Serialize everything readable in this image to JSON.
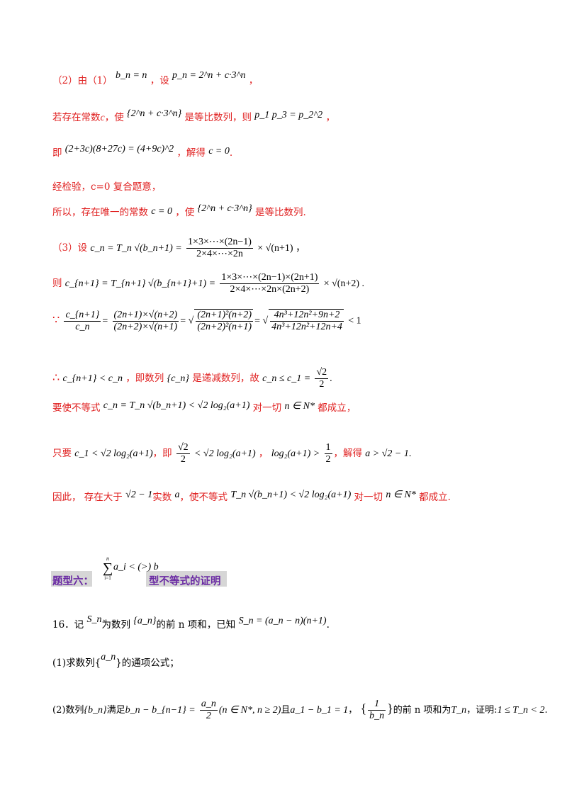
{
  "part2": {
    "lead": "（2）由（1）",
    "bn_formula": "b_n = n",
    "set_word": "，设",
    "pn_formula": "p_n = 2^n + c·3^n",
    "tail": "，"
  },
  "line_exists": {
    "t1": "若存在常数",
    "c": "c",
    "t2": "，使",
    "seq": "{2^n + c·3^n}",
    "t3": "是等比数列，则",
    "cond": "p_1 p_3 = p_2^2",
    "t4": "，"
  },
  "line_eq": {
    "t1": "即",
    "eq": "(2+3c)(8+27c) = (4+9c)^2",
    "t2": "，解得",
    "sol": "c = 0",
    "t3": "."
  },
  "line_check": {
    "text": "经检验，c=0 复合题意，"
  },
  "line_so": {
    "t1": "所以，存在唯一的常数",
    "c0": "c = 0",
    "t2": "，使",
    "seq": "{2^n + c·3^n}",
    "t3": "是等比数列."
  },
  "part3": {
    "lead": "（3）设",
    "cn": "c_n = T_n √(b_n+1) =",
    "num": "1×3×⋯×(2n−1)",
    "den": "2×4×⋯×2n",
    "tail": "× √(n+1) ，"
  },
  "line_then": {
    "t1": "则",
    "lhs": "c_{n+1} = T_{n+1} √(b_{n+1}+1) =",
    "num": "1×3×⋯×(2n−1)×(2n+1)",
    "den": "2×4×⋯×2n×(2n+2)",
    "tail": "× √(n+2) ."
  },
  "line_because": {
    "symbol": "∵",
    "f1_num": "c_{n+1}",
    "f1_den": "c_n",
    "f2_num": "(2n+1)×√(n+2)",
    "f2_den": "(2n+2)×√(n+1)",
    "f3_num": "(2n+1)²(n+2)",
    "f3_den": "(2n+2)²(n+1)",
    "f4_num": "4n³+12n²+9n+2",
    "f4_den": "4n³+12n²+12n+4",
    "tail": "< 1"
  },
  "line_therefore": {
    "symbol": "∴",
    "ineq": "c_{n+1} < c_n",
    "t1": "，即数列",
    "seq": "{c_n}",
    "t2": "是递减数列，故",
    "bound": "c_n ≤ c_1 =",
    "num": "√2",
    "den": "2",
    "t3": "."
  },
  "line_require": {
    "t1": "要使不等式",
    "ineq": "c_n = T_n √(b_n+1) < √2 log₂(a+1)",
    "t2": "对一切",
    "domain": "n ∈ N*",
    "t3": "都成立，"
  },
  "line_only": {
    "t1": "只要",
    "ineq1": "c_1 < √2 log₂(a+1)",
    "t2": "，即",
    "num": "√2",
    "den": "2",
    "ineq2": "< √2 log₂(a+1)",
    "t3": "，",
    "ineq3": "log₂(a+1) >",
    "num2": "1",
    "den2": "2",
    "t4": "，解得",
    "sol": "a > √2 − 1",
    "t5": "."
  },
  "line_hence": {
    "t1": "因此，  存在大于",
    "val": "√2 − 1",
    "t2": "实数",
    "a": "a",
    "t3": "，使不等式",
    "ineq": "T_n √(b_n+1) < √2 log₂(a+1)",
    "t4": "对一切",
    "domain": "n ∈ N*",
    "t5": "都成立."
  },
  "heading": {
    "left": "题型六：",
    "sum_top": "n",
    "sum_sym": "∑",
    "sum_bottom": "i=1",
    "sum_body": "a_i < (>) b",
    "right": "型不等式的证明"
  },
  "q16": {
    "t1": "16．记",
    "sn": "S_n",
    "t2": "为数列",
    "an": "{a_n}",
    "t3": "的前 n 项和，已知",
    "given": "S_n = (a_n − n)(n+1)",
    "t4": "."
  },
  "q16_1": {
    "t1": "(1)求数列{",
    "an": "a_n",
    "t2": "}的通项公式；"
  },
  "q16_2": {
    "t1": "(2)数列",
    "bn": "{b_n}",
    "t2": "满足",
    "rec": "b_n − b_{n−1} =",
    "num": "a_n",
    "den": "2",
    "cond": "(n ∈ N*, n ≥ 2)",
    "t3": "且",
    "init": "a_1 − b_1 = 1",
    "t4": "，",
    "seq_num": "1",
    "seq_den": "b_n",
    "t5": "的前 n 项和为",
    "tn": "T_n",
    "t6": "，证明:",
    "claim": "1 ≤ T_n < 2",
    "t7": "."
  }
}
